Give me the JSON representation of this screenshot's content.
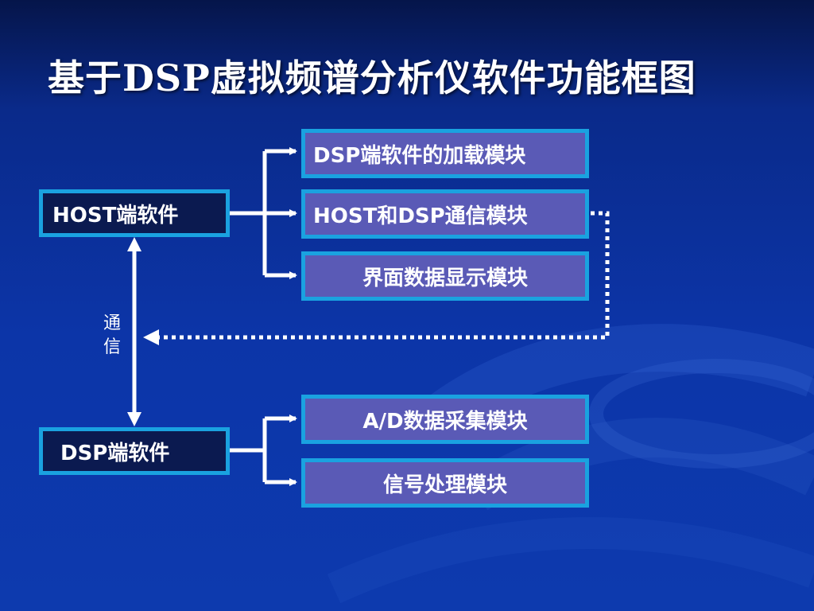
{
  "title": "基于DSP虚拟频谱分析仪软件功能框图",
  "host_software": "HOST端软件",
  "dsp_software": "DSP端软件",
  "comm_label": [
    "通",
    "信"
  ],
  "host_modules": [
    "DSP端软件的加载模块",
    "HOST和DSP通信模块",
    "界面数据显示模块"
  ],
  "dsp_modules": [
    "A/D数据采集模块",
    "信号处理模块"
  ],
  "colors": {
    "border": "#1aa2e0",
    "module_fill": "#5a5ab6",
    "software_fill": "#0b1a50",
    "line": "#ffffff"
  }
}
